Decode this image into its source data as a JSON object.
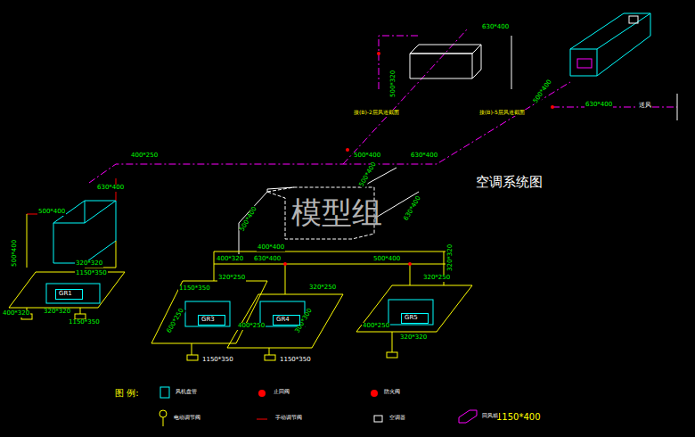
{
  "diagram": {
    "title": "空调系统图",
    "nodes": [
      {
        "text": [
          "GR1"
        ]
      },
      {
        "text": [
          "GR3"
        ]
      },
      {
        "text": [
          "GR4"
        ]
      },
      {
        "text": [
          "GR5"
        ]
      }
    ],
    "labels": [
      "模型组",
      "400*250",
      "500*400",
      "630*400",
      "630*400",
      "500*400",
      "500*400",
      "320*320",
      "1150*350",
      "400*320",
      "320*320",
      "1150*350",
      "500*320",
      "630*400",
      "500*400",
      "630*400",
      "送风",
      "400*320",
      "630*400",
      "500*400",
      "400*400",
      "320*320",
      "1150*350",
      "320*250",
      "320*250",
      "320*250",
      "600*250",
      "400*250",
      "300*300",
      "400*250",
      "320*320",
      "1150*350",
      "1150*350",
      "500*400",
      "500*400",
      "630*400",
      "接(B)-2层风道截面",
      "接(B)-5层风道截面",
      "图 例:",
      "1150*400"
    ],
    "legend": [
      {
        "text": "风机盘管"
      },
      {
        "text": "止回阀"
      },
      {
        "text": "防火阀"
      },
      {
        "text": "电动调节阀"
      },
      {
        "text": "手动调节阀"
      },
      {
        "text": "空调器"
      },
      {
        "text": "回风箱"
      }
    ]
  }
}
